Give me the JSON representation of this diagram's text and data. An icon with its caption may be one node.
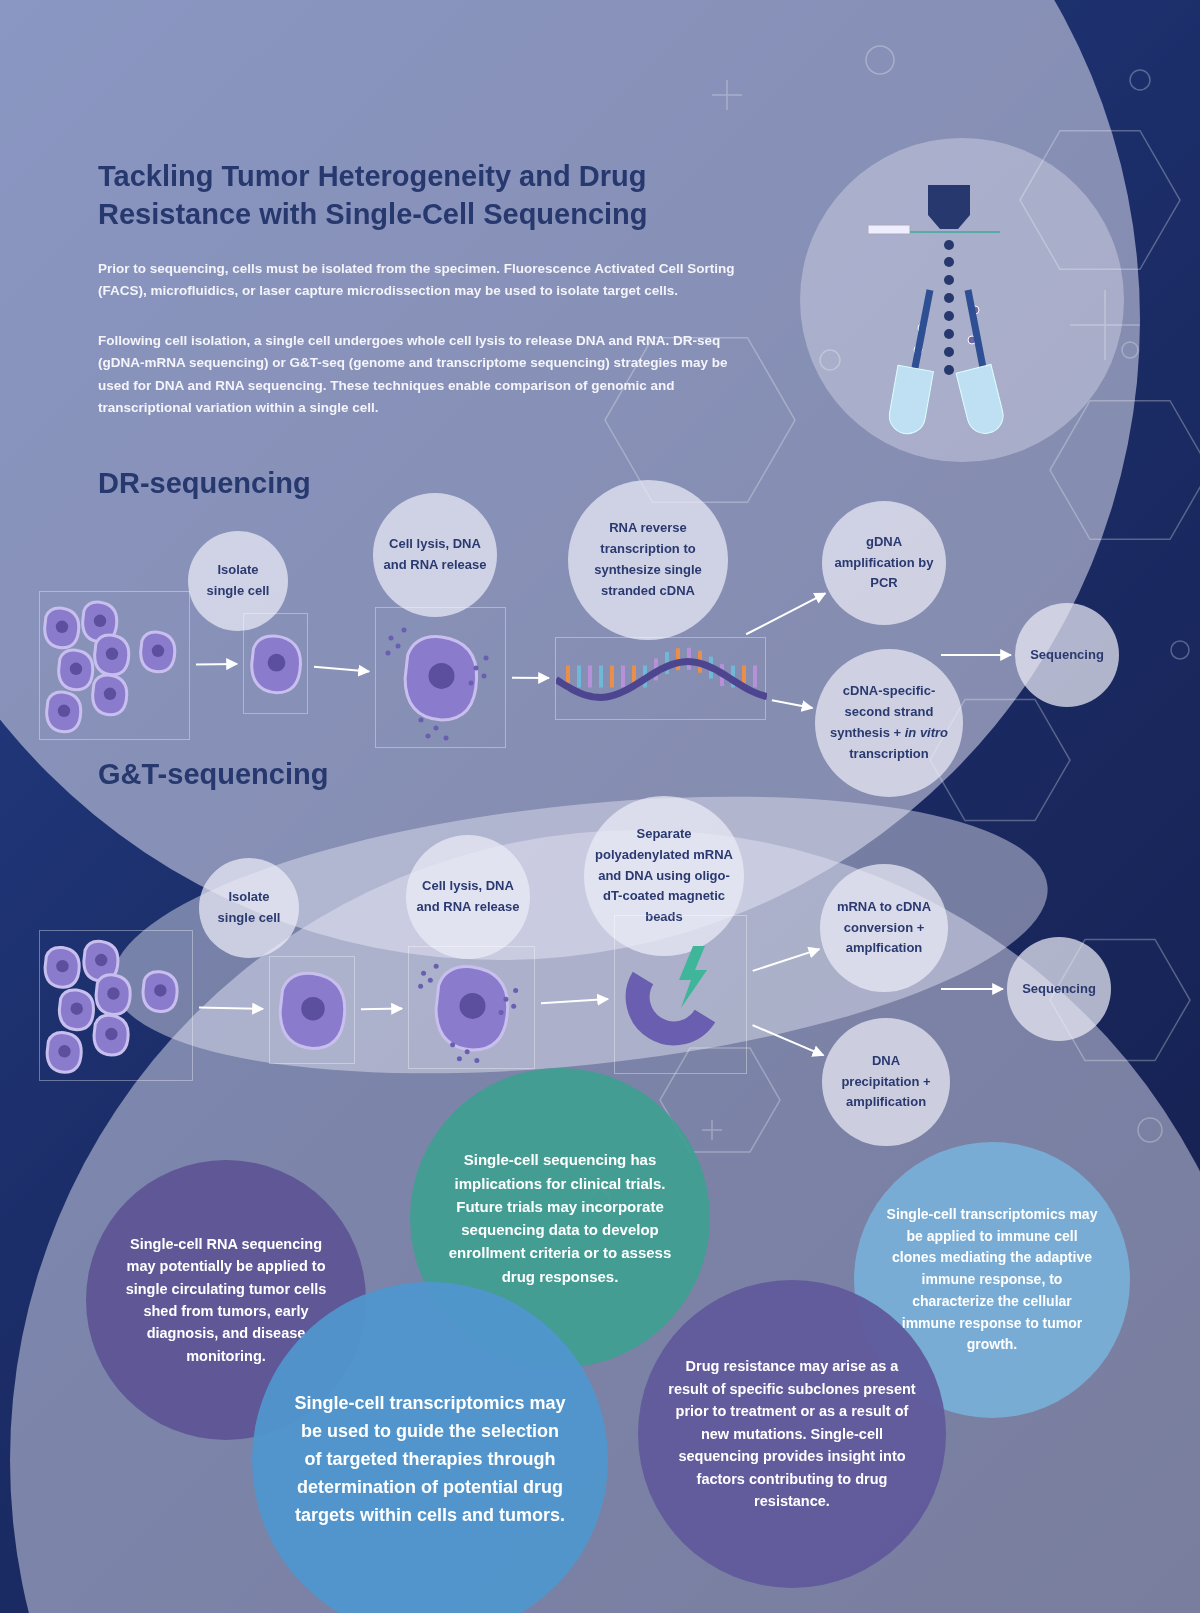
{
  "diagram": {
    "title": "Tackling Tumor Heterogeneity and Drug Resistance with Single-Cell Sequencing",
    "nodes": [
      {
        "text": [
          "Isolate single cell"
        ]
      },
      {
        "text": [
          "Cell lysis, DNA and RNA release"
        ]
      },
      {
        "text": [
          "RNA reverse transcription to synthesize single stranded cDNA"
        ]
      },
      {
        "text": [
          "gDNA amplification by PCR"
        ]
      },
      {
        "text": [
          "Sequencing"
        ]
      },
      {
        "text": [
          "cDNA-specific-second strand synthesis + *in vitro* transcription"
        ]
      },
      {
        "text": [],
        "shape": "picture"
      },
      {
        "text": [],
        "shape": "picture"
      },
      {
        "text": [],
        "shape": "picture"
      },
      {
        "text": [],
        "shape": "picture"
      },
      {
        "text": [
          "Isolate single cell"
        ]
      },
      {
        "text": [
          "Cell lysis, DNA and RNA release"
        ]
      },
      {
        "text": [
          "Separate polyadenylated mRNA and DNA using oligo-dT-coated magnetic beads"
        ]
      },
      {
        "text": [
          "mRNA to cDNA conversion + amplfication"
        ]
      },
      {
        "text": [
          "Sequencing"
        ]
      },
      {
        "text": [
          "DNA precipitation + amplification"
        ]
      },
      {
        "text": [],
        "shape": "picture"
      },
      {
        "text": [],
        "shape": "picture"
      },
      {
        "text": [],
        "shape": "picture"
      },
      {
        "text": [],
        "shape": "picture"
      },
      {
        "text": [
          "Single-cell sequencing has implications for clinical trials. Future trials may incorporate sequencing data to develop enrollment criteria or to assess drug responses."
        ]
      },
      {
        "text": [
          "Single-cell RNA sequencing may potentially be applied to single circulating tumor cells shed from tumors, early diagnosis, and disease monitoring."
        ]
      },
      {
        "text": [
          "Single-cell transcriptomics may be applied to immune cell clones mediating the adaptive immune response, to characterize the cellular immune response to tumor growth."
        ]
      },
      {
        "text": [
          "Drug resistance may arise as a result of specific subclones present prior to treatment or as a result of new mutations. Single-cell sequencing provides insight into factors contributing to drug resistance."
        ]
      },
      {
        "text": [
          "Single-cell transcriptomics may be used to guide the selection of targeted therapies through determination of potential drug targets within cells and tumors."
        ]
      }
    ],
    "edges": [
      {
        "from": 6,
        "to": 7,
        "arrow": "to"
      },
      {
        "from": 7,
        "to": 8,
        "arrow": "to"
      },
      {
        "from": 8,
        "to": 9,
        "arrow": "to"
      },
      {
        "from": 9,
        "to": 3,
        "arrow": "to"
      },
      {
        "from": 9,
        "to": 5,
        "arrow": "to"
      },
      {
        "from": 5,
        "to": 4,
        "arrow": "to"
      },
      {
        "from": 16,
        "to": 17,
        "arrow": "to"
      },
      {
        "from": 17,
        "to": 18,
        "arrow": "to"
      },
      {
        "from": 18,
        "to": 19,
        "arrow": "to"
      },
      {
        "from": 19,
        "to": 13,
        "arrow": "to"
      },
      {
        "from": 19,
        "to": 15,
        "arrow": "to"
      },
      {
        "from": 13,
        "to": 14,
        "arrow": "to"
      }
    ],
    "labels": [
      "Prior to sequencing, cells must be isolated from the specimen. Fluorescence Activated Cell Sorting (FACS), microfluidics, or laser capture microdissection may be used to isolate target cells.",
      "Following cell isolation, a single cell undergoes whole cell lysis to release DNA and RNA. DR-seq (gDNA-mRNA sequencing) or G&T-seq (genome and transcriptome sequencing) strategies may be used for DNA and RNA sequencing. These techniques enable comparison of genomic and transcriptional variation within a single cell.",
      "DR-sequencing",
      "G&T-sequencing"
    ]
  }
}
